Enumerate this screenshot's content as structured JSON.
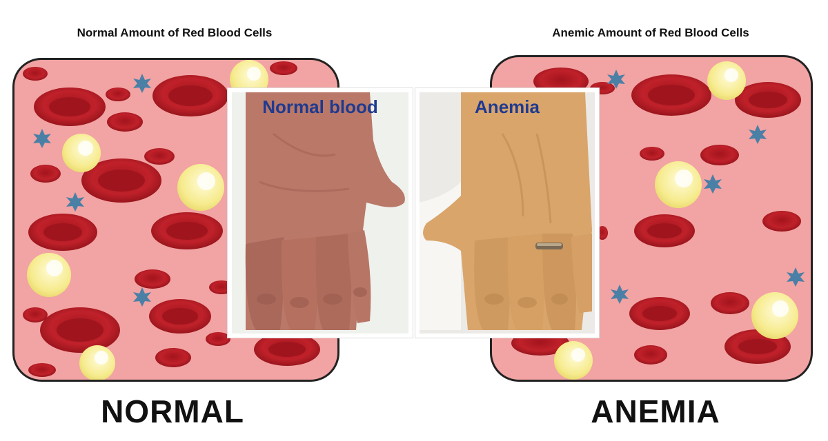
{
  "captions": {
    "normal": "Normal Amount of Red Blood Cells",
    "anemic": "Anemic Amount of Red Blood Cells"
  },
  "photo_labels": {
    "normal": "Normal blood",
    "anemia": "Anemia"
  },
  "big_labels": {
    "normal": "NORMAL",
    "anemia": "ANEMIA"
  },
  "colors": {
    "plasma": "#f2a3a3",
    "red_cell": "#c0212a",
    "red_cell_dark": "#8e1219",
    "white_cell": "#fbf3b4",
    "platelet": "#4a7fa6",
    "label_blue": "#1f3a8f",
    "skin_normal": "#b97868",
    "skin_anemia": "#d9a56b"
  },
  "icons": {
    "red_cell": "red-blood-cell-icon",
    "white_cell": "white-blood-cell-icon",
    "platelet": "platelet-icon",
    "hand": "hand-icon"
  }
}
